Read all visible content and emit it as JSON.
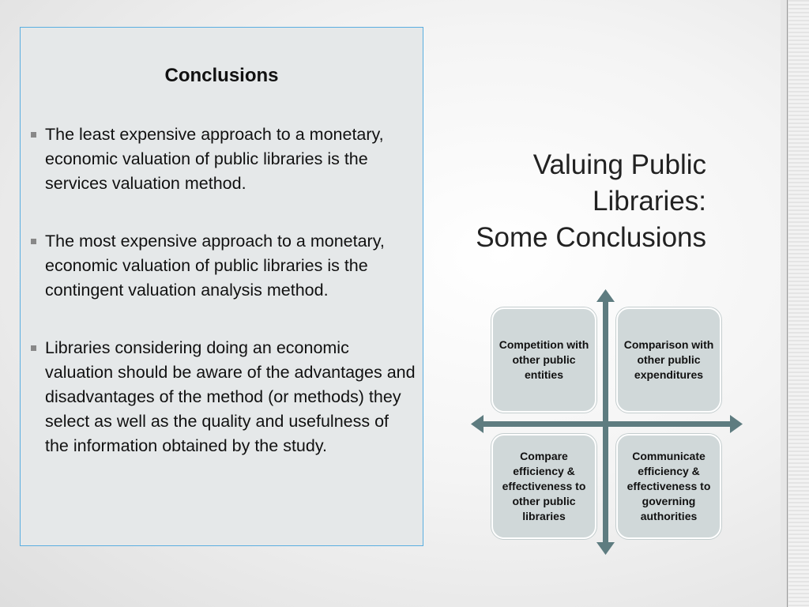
{
  "box": {
    "heading": "Conclusions",
    "bullets": [
      "The least expensive approach to a monetary, economic valuation of public libraries is the services valuation method.",
      "The most expensive approach to a monetary, economic valuation of public libraries is the contingent valuation analysis method.",
      "Libraries considering doing an economic valuation should be aware of the advantages and disadvantages of the method (or methods) they select as well as the quality and usefulness of the information obtained by the study."
    ]
  },
  "title": {
    "line1": "Valuing Public",
    "line2": "Libraries:",
    "line3": "Some Conclusions"
  },
  "diagram": {
    "top_left": "Competition with other public entities",
    "top_right": "Comparison with other public expenditures",
    "bottom_left": "Compare efficiency & effectiveness to other public libraries",
    "bottom_right": "Communicate efficiency & effectiveness to governing authorities",
    "arrow_color": "#5e7c80",
    "box_color": "#d0d8d9"
  },
  "colors": {
    "box_border": "#5aaee0",
    "box_fill": "#e5e8e9"
  }
}
